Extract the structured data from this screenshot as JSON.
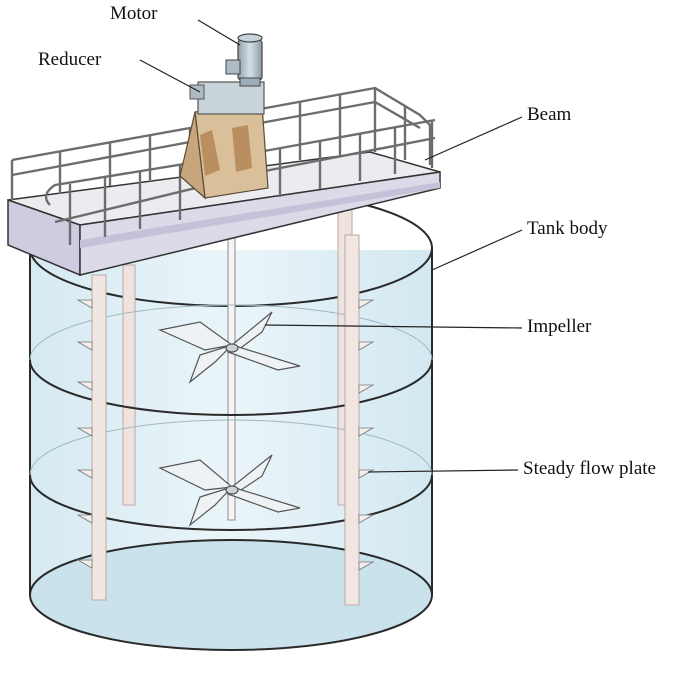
{
  "labels": {
    "motor": "Motor",
    "reducer": "Reducer",
    "beam": "Beam",
    "tank_body": "Tank body",
    "impeller": "Impeller",
    "steady_flow_plate": "Steady flow plate"
  },
  "colors": {
    "tank_fill": "#e4f2f7",
    "tank_stroke": "#2a2a2a",
    "baffle": "#f1e6e2",
    "beam_top": "#ececf0",
    "beam_side": "#d7d4e4",
    "railing": "#6d6d6d",
    "motor": "#b9c7d1",
    "reducer": "#d9bf9a",
    "impeller": "#ecf0f3"
  }
}
